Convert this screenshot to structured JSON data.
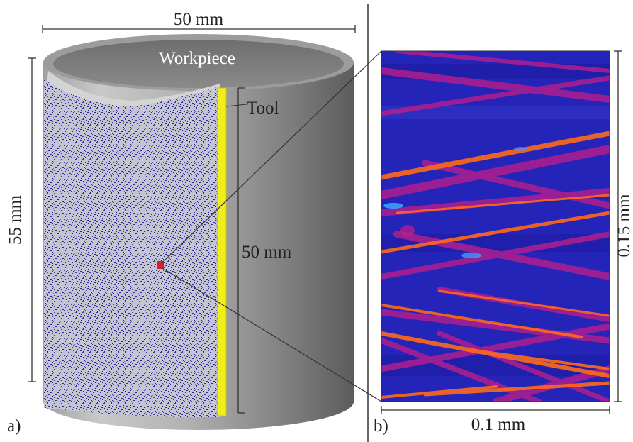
{
  "panel_a": {
    "panel_label": "a)",
    "width_dim": "50 mm",
    "height_dim": "55 mm",
    "workpiece_label": "Workpiece",
    "tool_label": "Tool",
    "tool_length_dim": "50 mm",
    "colors": {
      "tool": "#f2ee1a",
      "marker": "#e11b2b",
      "cylinder": "#9a9a9a",
      "speckle": "#2a2a9a"
    }
  },
  "panel_b": {
    "panel_label": "b)",
    "width_dim": "0.1 mm",
    "height_dim": "0.15 mm",
    "colors": {
      "background": "#2424b8",
      "track_hot": "#ff6a1a",
      "track_warm": "#c2208a"
    }
  }
}
